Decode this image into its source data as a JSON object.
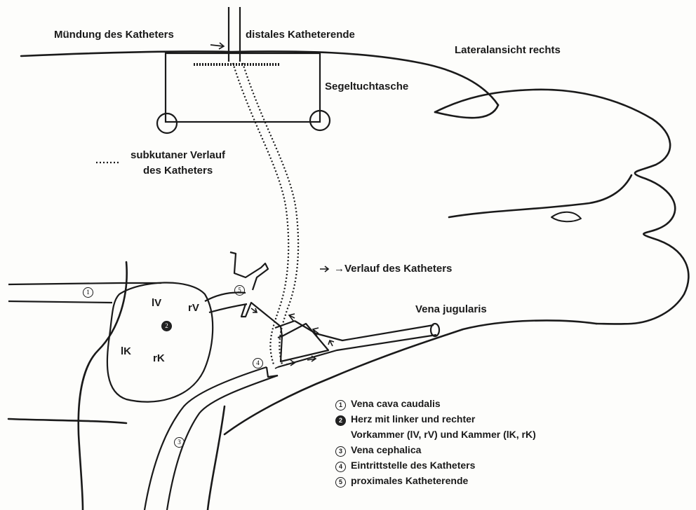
{
  "labels": {
    "muendung": "Mündung des Katheters",
    "distales": "distales Katheterende",
    "lateral": "Lateralansicht rechts",
    "segeltuch": "Segeltuchtasche",
    "subkutan_1": "subkutaner Verlauf",
    "subkutan_2": "des Katheters",
    "verlauf": "→Verlauf des Katheters",
    "vena_jugularis": "Vena jugularis",
    "lV": "lV",
    "rV": "rV",
    "lK": "lK",
    "rK": "rK"
  },
  "markers": {
    "m1": "1",
    "m2": "2",
    "m3": "3",
    "m4": "4",
    "m5": "5"
  },
  "legend": {
    "items": [
      {
        "num": "1",
        "text": "Vena cava caudalis"
      },
      {
        "num": "2",
        "text": "Herz  mit linker und rechter"
      },
      {
        "num": "",
        "text": "Vorkammer (lV, rV) und Kammer (lK, rK)"
      },
      {
        "num": "3",
        "text": "Vena cephalica"
      },
      {
        "num": "4",
        "text": "Eintrittstelle  des  Katheters"
      },
      {
        "num": "5",
        "text": "proximales Katheterende"
      }
    ]
  }
}
